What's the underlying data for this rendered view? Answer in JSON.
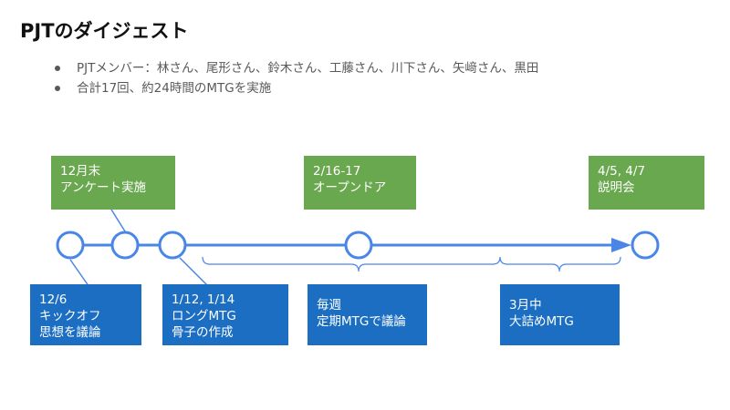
{
  "slide": {
    "title": "PJTのダイジェスト",
    "bullets": [
      "PJTメンバー：林さん、尾形さん、鈴木さん、工藤さん、川下さん、矢﨑さん、黒田",
      "合計17回、約24時間のMTGを実施"
    ]
  },
  "timeline": {
    "green_boxes": [
      {
        "lines": [
          "12月末",
          "アンケート実施"
        ]
      },
      {
        "lines": [
          "2/16-17",
          "オープンドア"
        ]
      },
      {
        "lines": [
          "4/5, 4/7",
          "説明会"
        ]
      }
    ],
    "blue_boxes": [
      {
        "lines": [
          "12/6",
          "キックオフ",
          "思想を議論"
        ]
      },
      {
        "lines": [
          "1/12, 1/14",
          "ロングMTG",
          "骨子の作成"
        ]
      },
      {
        "lines": [
          "毎週",
          "定期MTGで議論"
        ]
      },
      {
        "lines": [
          "3月中",
          "大詰めMTG"
        ]
      }
    ]
  },
  "colors": {
    "accent_blue": "#1b6ec2",
    "timeline_blue": "#4a86e8",
    "green": "#6aa84f",
    "text_dark": "#111111",
    "text_gray": "#595959"
  }
}
